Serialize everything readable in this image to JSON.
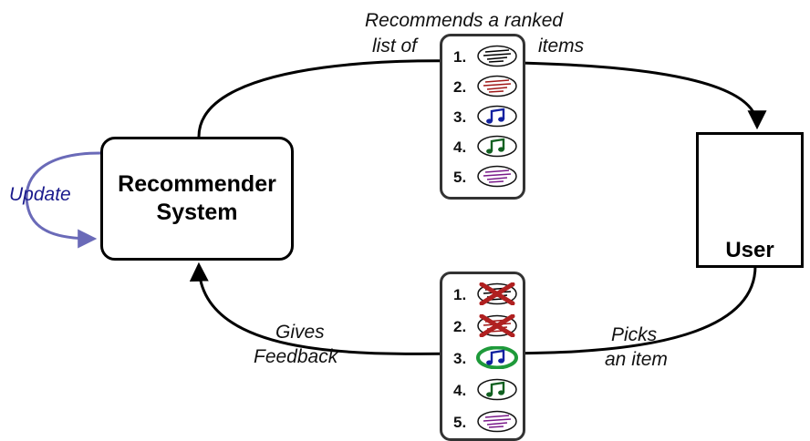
{
  "nodes": {
    "recommender": "Recommender\nSystem",
    "user": "User"
  },
  "edges": {
    "recommends_line1": "Recommends a ranked",
    "recommends_line2a": "list of",
    "recommends_line2b": "items",
    "update": "Update",
    "gives_line1": "Gives",
    "gives_line2": "Feedback",
    "picks_line1": "Picks",
    "picks_line2": "an item"
  },
  "recommended_list": [
    {
      "rank": "1.",
      "icon": "film-icon",
      "color": "#000000"
    },
    {
      "rank": "2.",
      "icon": "film-icon",
      "color": "#a01818"
    },
    {
      "rank": "3.",
      "icon": "music-note-icon",
      "color": "#1020a0"
    },
    {
      "rank": "4.",
      "icon": "music-note-icon",
      "color": "#106020"
    },
    {
      "rank": "5.",
      "icon": "film-icon",
      "color": "#7a1a8a"
    }
  ],
  "feedback_list": [
    {
      "rank": "1.",
      "icon": "film-icon",
      "color": "#000000",
      "state": "rejected"
    },
    {
      "rank": "2.",
      "icon": "film-icon",
      "color": "#a01818",
      "state": "rejected"
    },
    {
      "rank": "3.",
      "icon": "music-note-icon",
      "color": "#1020a0",
      "state": "picked"
    },
    {
      "rank": "4.",
      "icon": "music-note-icon",
      "color": "#106020",
      "state": "none"
    },
    {
      "rank": "5.",
      "icon": "film-icon",
      "color": "#7a1a8a",
      "state": "none"
    }
  ],
  "colors": {
    "update_arrow": "#6a6ab8",
    "update_text": "#1a1a8c",
    "reject_cross": "#b02020",
    "pick_ring": "#1e9a3a"
  }
}
